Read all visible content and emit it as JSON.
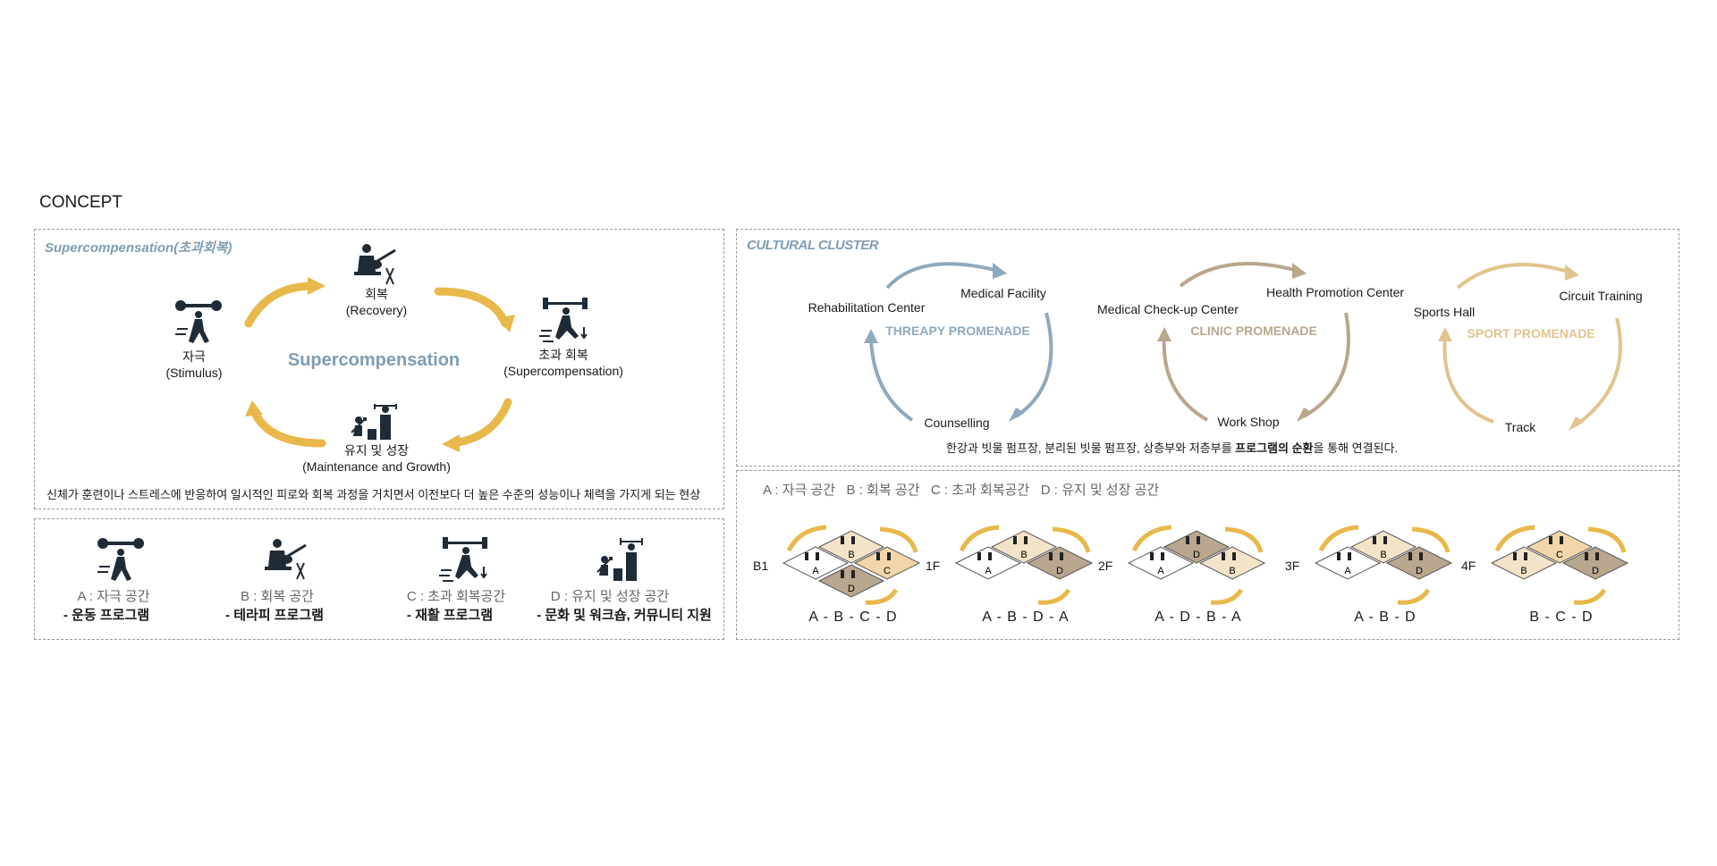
{
  "heading": "CONCEPT",
  "supercomp": {
    "title": "Supercompensation(초과회복)",
    "center": "Supercompensation",
    "stages": {
      "stimulus": {
        "ko": "자극",
        "en": "(Stimulus)"
      },
      "recovery": {
        "ko": "회복",
        "en": "(Recovery)"
      },
      "super": {
        "ko": "초과 회복",
        "en": "(Supercompensation)"
      },
      "maint": {
        "ko": "유지 및 성장",
        "en": "(Maintenance and Growth)"
      }
    },
    "description": "신체가 훈련이나 스트레스에 반응하여 일시적인 피로와 회복 과정을 거치면서 이전보다 더 높은 수준의 성능이나 체력을 가지게 되는 현상"
  },
  "spaces": [
    {
      "label": "A : 자극 공간",
      "program": "-  운동 프로그램"
    },
    {
      "label": "B : 회복 공간",
      "program": "-  테라피 프로그램"
    },
    {
      "label": "C : 초과 회복공간",
      "program": "-  재활 프로그램"
    },
    {
      "label": "D : 유지 및 성장 공간",
      "program": "-  문화 및 워크숍, 커뮤니티 지원"
    }
  ],
  "cluster": {
    "title": "CULTURAL CLUSTER",
    "therapy": {
      "name": "THREAPY PROMENADE",
      "a": "Rehabilitation Center",
      "b": "Medical Facility",
      "c": "Counselling",
      "color": "#8fa9bd"
    },
    "clinic": {
      "name": "CLINIC PROMENADE",
      "a": "Medical Check-up Center",
      "b": "Health Promotion Center",
      "c": "Work Shop",
      "color": "#b9a78c"
    },
    "sport": {
      "name": "SPORT PROMENADE",
      "a": "Sports Hall",
      "b": "Circuit Training",
      "c": "Track",
      "color": "#e2c48e"
    },
    "note_pre": "한강과 빗물 펌프장, 분리된 빗물 펌프장, 상층부와 저층부를 ",
    "note_bold": "프로그램의 순환",
    "note_post": "을 통해 연결된다."
  },
  "legend": "A : 자극 공간   B : 회복 공간   C : 초과 회복공간   D : 유지 및 성장 공간",
  "floors": [
    {
      "floor": "B1",
      "seq": "A - B - C - D",
      "tiles": [
        "A",
        "B",
        "C",
        "D"
      ]
    },
    {
      "floor": "1F",
      "seq": "A - B - D - A",
      "tiles": [
        "A",
        "B",
        "D"
      ]
    },
    {
      "floor": "2F",
      "seq": "A - D - B - A",
      "tiles": [
        "A",
        "D",
        "B"
      ]
    },
    {
      "floor": "3F",
      "seq": "A - B - D",
      "tiles": [
        "A",
        "B",
        "D"
      ]
    },
    {
      "floor": "4F",
      "seq": "B - C - D",
      "tiles": [
        "B",
        "C",
        "D"
      ]
    }
  ],
  "colors": {
    "arrow_gold": "#e8b84a",
    "text_blue": "#7f9db3",
    "tile_tan": "#b9a68e",
    "tile_cream": "#f3e3c8"
  }
}
